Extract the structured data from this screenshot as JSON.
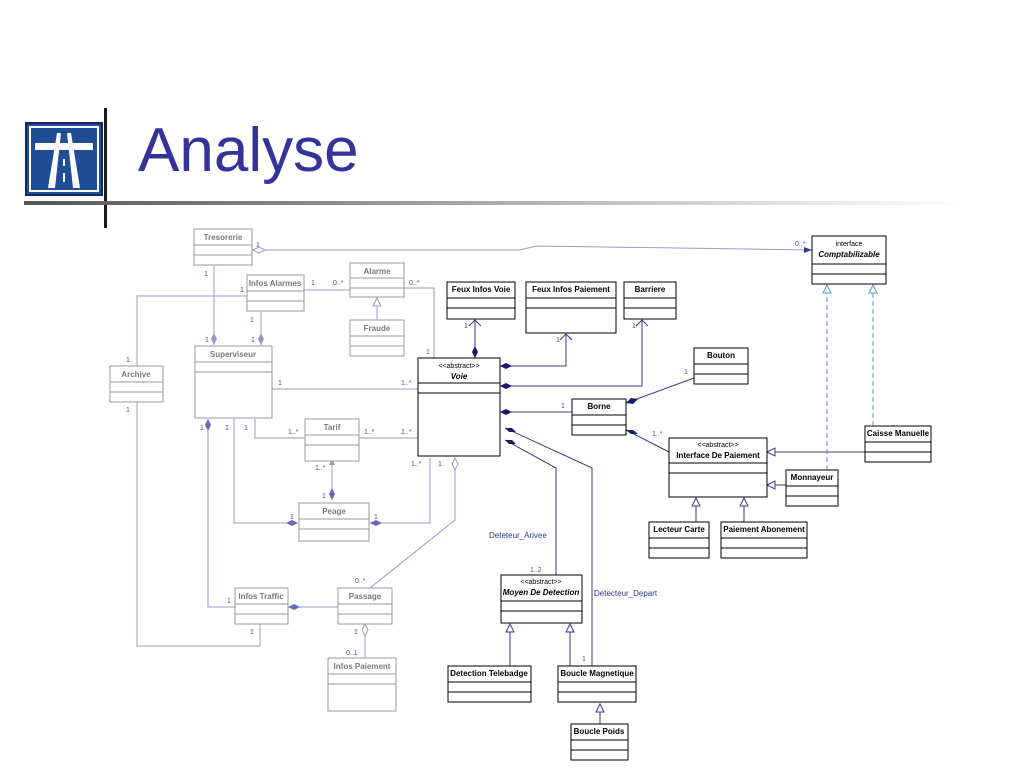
{
  "slide": {
    "title": "Analyse"
  },
  "classes": {
    "tresorerie": "Tresorerie",
    "infos_alarmes": "Infos Alarmes",
    "alarme": "Alarme",
    "fraude": "Fraude",
    "feux_infos_voie": "Feux Infos Voie",
    "feux_infos_paiement": "Feux Infos Paiement",
    "barriere": "Barriere",
    "comptabilizable_stereo": "interface",
    "comptabilizable": "Comptabilizable",
    "archive": "Archive",
    "superviseur": "Superviseur",
    "voie_stereo": "<<abstract>>",
    "voie": "Voie",
    "bouton": "Bouton",
    "borne": "Borne",
    "tarif": "Tarif",
    "caisse_manuelle": "Caisse Manuelle",
    "interface_paiement_stereo": "<<abstract>>",
    "interface_paiement": "Interface De Paiement",
    "monnayeur": "Monnayeur",
    "peage": "Peage",
    "lecteur_carte": "Lecteur Carte",
    "paiement_abonement": "Paiement Abonement",
    "moyen_detection_stereo": "<<abstract>>",
    "moyen_detection": "Moyen De Detection",
    "infos_traffic": "Infos Traffic",
    "passage": "Passage",
    "infos_paiement": "Infos Paiement",
    "detection_telebadge": "Detection Telebadge",
    "boucle_magnetique": "Boucle Magnetique",
    "boucle_poids": "Boucle Poids"
  },
  "roles": {
    "detecteur_arivee": "Deteteur_Arivee",
    "detecteur_depart": "Detecteur_Depart"
  },
  "multiplicities": {
    "one": "1",
    "zero_many": "0..*",
    "one_many": "1..*",
    "one_two": "1..2",
    "zero_one": "0..1"
  }
}
